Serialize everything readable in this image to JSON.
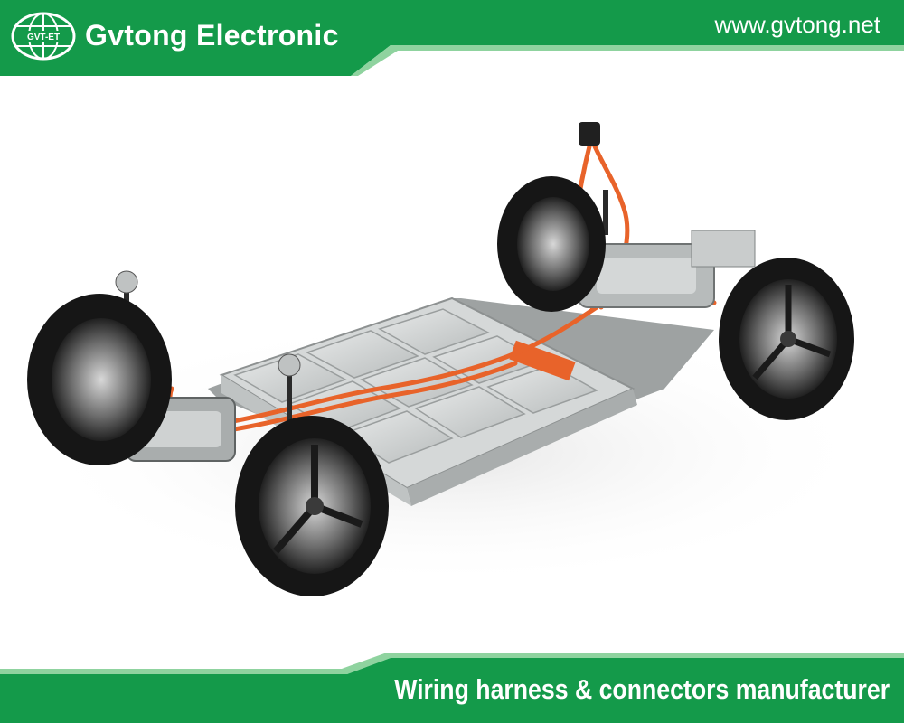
{
  "header": {
    "logo_text": "GVT-ET",
    "brand_name": "Gvtong Electronic",
    "website": "www.gvtong.net"
  },
  "footer": {
    "tagline": "Wiring harness & connectors manufacturer"
  },
  "colors": {
    "brand_green": "#149a4a",
    "light_green": "#8fd39f",
    "harness_orange": "#e8632a",
    "battery_silver": "#c9cccc",
    "tire_black": "#161616"
  },
  "icons": {
    "logo": "globe-logo-icon"
  }
}
